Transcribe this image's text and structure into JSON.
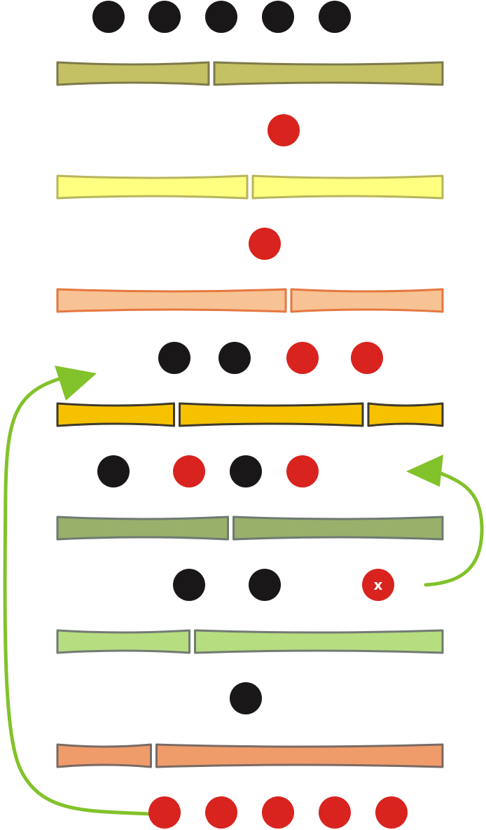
{
  "colors": {
    "black_bead": "#1a1718",
    "red_bead": "#d8231e",
    "arrow": "#82c22a",
    "marker_text": "#ffffff"
  },
  "bars": [
    {
      "fill": "#c4c064",
      "stroke": "#7d7a4a",
      "joints": [
        0.4
      ]
    },
    {
      "fill": "#ffff80",
      "stroke": "#b7b55d",
      "joints": [
        0.5
      ]
    },
    {
      "fill": "#f7c294",
      "stroke": "#e5773f",
      "joints": [
        0.6
      ]
    },
    {
      "fill": "#f6c200",
      "stroke": "#3f3a2c",
      "joints": [
        0.31,
        0.8
      ]
    },
    {
      "fill": "#98b06a",
      "stroke": "#6f7a73",
      "joints": [
        0.45
      ]
    },
    {
      "fill": "#b6dd80",
      "stroke": "#737a73",
      "joints": [
        0.35
      ]
    },
    {
      "fill": "#ef9c6a",
      "stroke": "#7a6a64",
      "joints": [
        0.25
      ]
    }
  ],
  "bead_rows": [
    [
      "black",
      "black",
      "black",
      "black",
      "black"
    ],
    [
      "red"
    ],
    [
      "red"
    ],
    [
      "black",
      "black",
      "red",
      "red"
    ],
    [
      "black",
      "red",
      "black",
      "red"
    ],
    [
      "black",
      "black",
      "marked-red"
    ],
    [
      "black"
    ],
    [
      "red",
      "red",
      "red",
      "red",
      "red"
    ]
  ],
  "marker": {
    "label": "x"
  },
  "arrows": [
    {
      "name": "long-return-arrow",
      "icon": "curved-arrow-up-icon"
    },
    {
      "name": "short-return-arrow",
      "icon": "curved-arrow-up-icon"
    }
  ]
}
